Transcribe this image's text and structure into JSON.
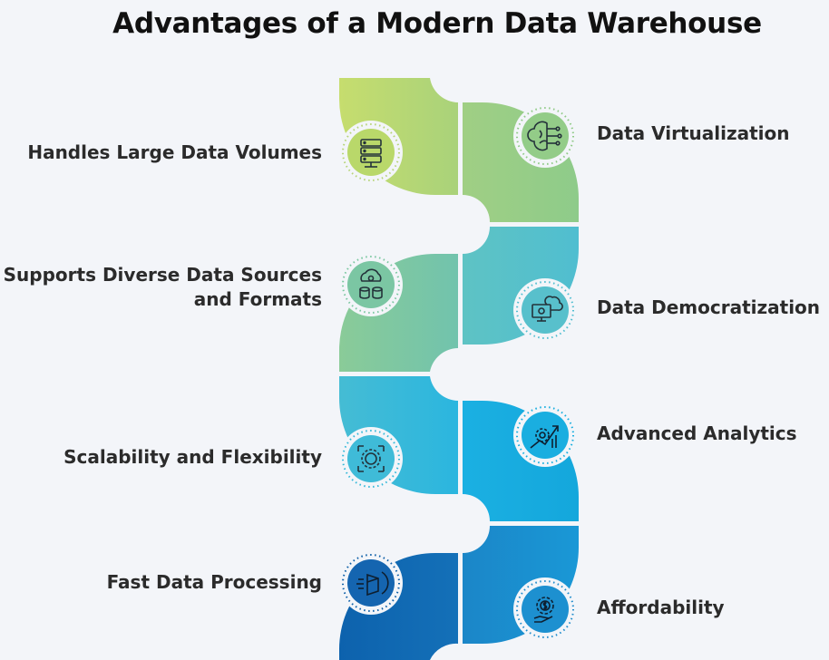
{
  "title": "Advantages of a Modern Data Warehouse",
  "colors": {
    "background": "#f3f5f9",
    "green_light": "#b9d86a",
    "green": "#8fca86",
    "teal": "#5ec3c4",
    "cyan": "#33b8d9",
    "sky": "#17aedf",
    "blue": "#1f8ccc",
    "navy": "#0d5fa8"
  },
  "advantages_left": [
    {
      "label": "Handles Large Data Volumes",
      "icon": "server-rack-icon"
    },
    {
      "label": "Supports Diverse Data Sources",
      "label_line2": "and Formats",
      "icon": "cloud-database-icon"
    },
    {
      "label": "Scalability and Flexibility",
      "icon": "scaling-gear-icon"
    },
    {
      "label": "Fast Data Processing",
      "icon": "fast-box-icon"
    }
  ],
  "advantages_right": [
    {
      "label": "Data Virtualization",
      "icon": "brain-circuit-icon"
    },
    {
      "label": "Data Democratization",
      "icon": "cloud-monitor-icon"
    },
    {
      "label": "Advanced Analytics",
      "icon": "analytics-gear-icon"
    },
    {
      "label": "Affordability",
      "icon": "money-gear-icon"
    }
  ]
}
